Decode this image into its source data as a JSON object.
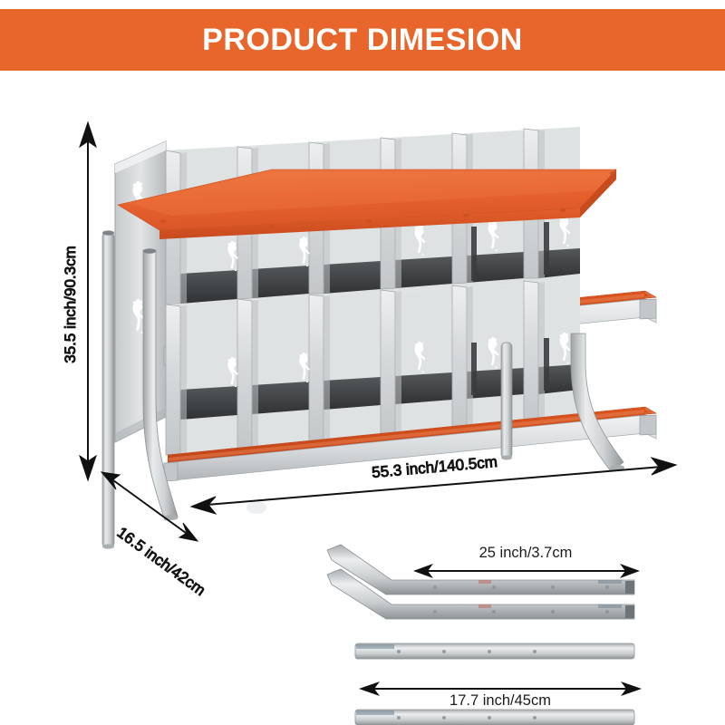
{
  "banner": {
    "title": "PRODUCT DIMESION",
    "background_color": "#E8662C",
    "text_color": "#FFFFFF"
  },
  "product": {
    "name": "2-tier metal chicken nesting box",
    "colors": {
      "roof_orange": "#E8632F",
      "rail_orange": "#E0541F",
      "metal_light": "#E3E5E6",
      "metal_mid": "#C9CCCE",
      "metal_dark": "#9DA2A5",
      "cavity_dark": "#3A3C3E",
      "outline": "#8D9193"
    },
    "tiers": 2,
    "compartments_per_tier": 6,
    "icon": "chicken-silhouette"
  },
  "dimensions": {
    "height": {
      "label": "35.5 inch/90.3cm",
      "orientation": "vertical"
    },
    "depth": {
      "label": "16.5 inch/42cm",
      "orientation": "diagonal"
    },
    "width": {
      "label": "55.3 inch/140.5cm",
      "orientation": "horizontal"
    },
    "leg_length": {
      "label": "25 inch/3.7cm",
      "orientation": "horizontal"
    },
    "bar_length": {
      "label": "17.7 inch/45cm",
      "orientation": "horizontal"
    }
  },
  "parts": {
    "bent_legs_count": 2,
    "straight_bars_count": 2
  }
}
